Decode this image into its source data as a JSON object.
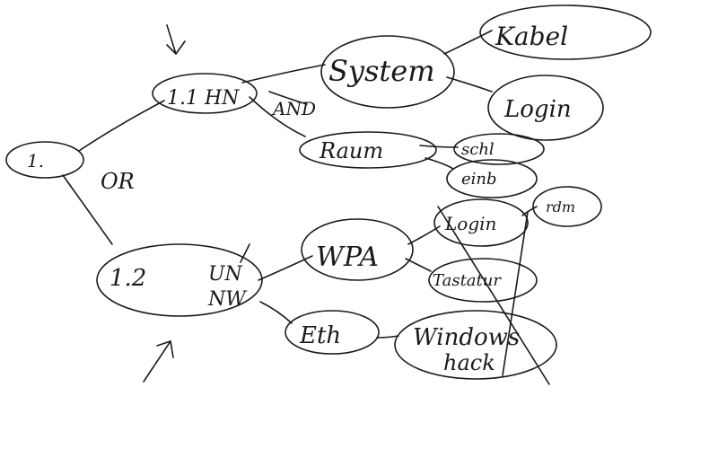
{
  "diagram": {
    "nodes": [
      {
        "id": "root",
        "label": "1."
      },
      {
        "id": "n11",
        "label": "1.1 HN"
      },
      {
        "id": "n12",
        "label": "1.2",
        "sublabel1": "UN",
        "sublabel2": "NW"
      },
      {
        "id": "system",
        "label": "System"
      },
      {
        "id": "raum",
        "label": "Raum"
      },
      {
        "id": "kabel",
        "label": "Kabel"
      },
      {
        "id": "login1",
        "label": "Login"
      },
      {
        "id": "schloss",
        "label": "schl"
      },
      {
        "id": "einbruch",
        "label": "einb"
      },
      {
        "id": "wpa",
        "label": "WPA"
      },
      {
        "id": "eth",
        "label": "Eth"
      },
      {
        "id": "login2",
        "label": "Login"
      },
      {
        "id": "rdm",
        "label": "rdm"
      },
      {
        "id": "tastatur",
        "label": "Tastatur"
      },
      {
        "id": "windows",
        "label": "Windows",
        "sublabel1": "hack"
      }
    ],
    "edges": [
      [
        "root",
        "n11"
      ],
      [
        "root",
        "n12"
      ],
      [
        "n11",
        "system"
      ],
      [
        "n11",
        "raum"
      ],
      [
        "system",
        "kabel"
      ],
      [
        "system",
        "login1"
      ],
      [
        "raum",
        "schloss"
      ],
      [
        "raum",
        "einbruch"
      ],
      [
        "n12",
        "wpa"
      ],
      [
        "n12",
        "eth"
      ],
      [
        "wpa",
        "login2"
      ],
      [
        "wpa",
        "tastatur"
      ],
      [
        "eth",
        "windows"
      ],
      [
        "login2",
        "rdm"
      ]
    ],
    "annotations": {
      "or_label": "OR",
      "and_label": "AND"
    }
  }
}
